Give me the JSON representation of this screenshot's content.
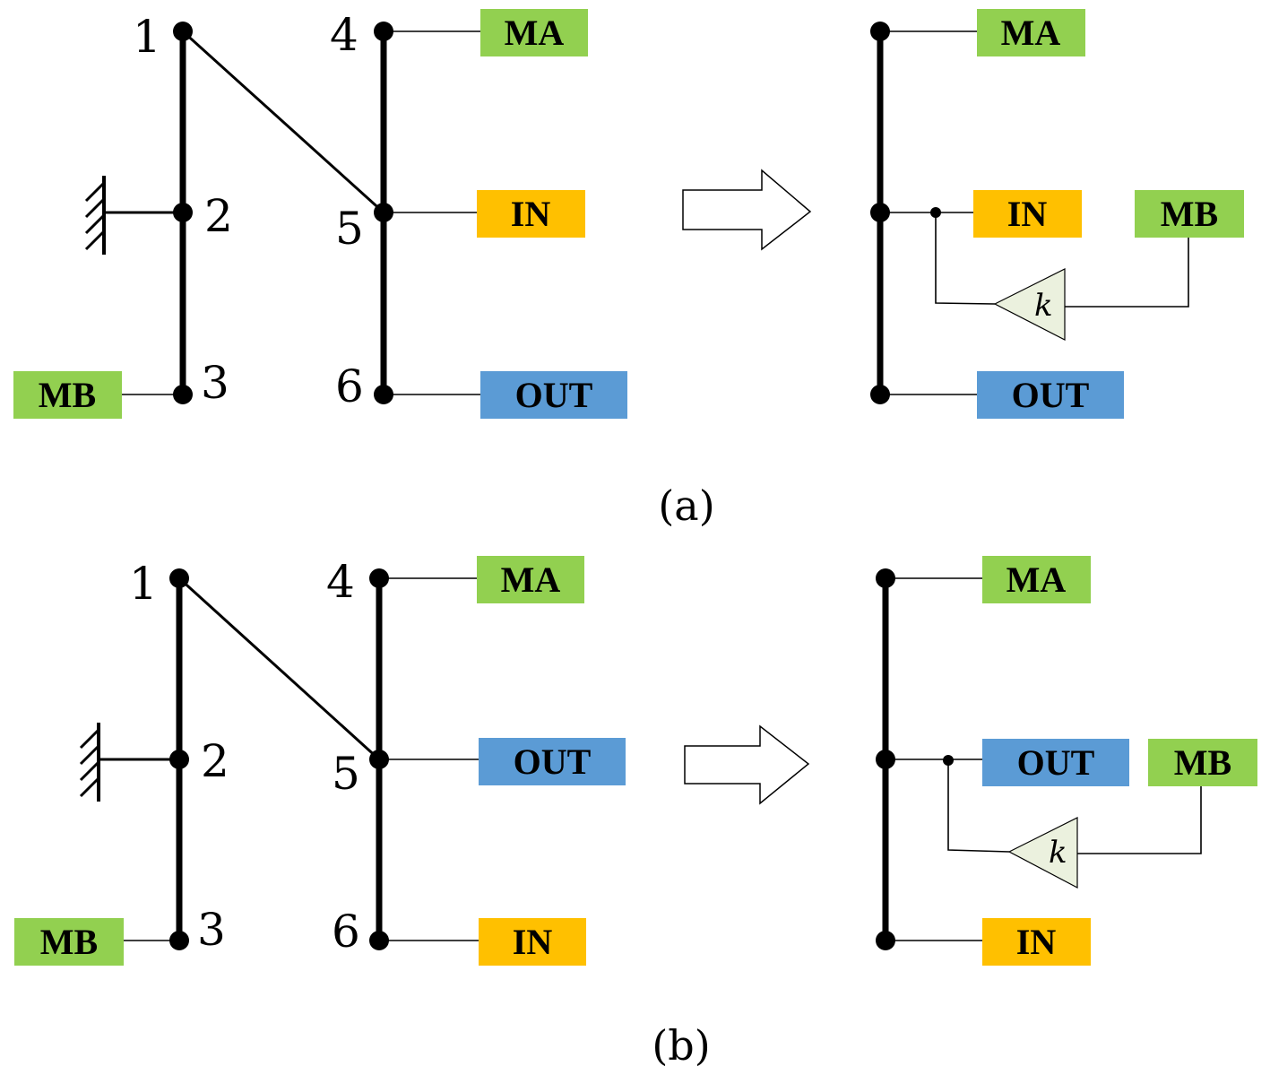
{
  "colors": {
    "ma": "#92d050",
    "mb": "#92d050",
    "in": "#ffc000",
    "out": "#5b9bd5",
    "gain": "#ebf1de"
  },
  "panel_a": {
    "caption": "(a)",
    "nodes": {
      "n1": "1",
      "n2": "2",
      "n3": "3",
      "n4": "4",
      "n5": "5",
      "n6": "6"
    },
    "left": {
      "ma": "MA",
      "in": "IN",
      "out": "OUT",
      "mb": "MB"
    },
    "right": {
      "ma": "MA",
      "in": "IN",
      "out": "OUT",
      "mb": "MB",
      "gain": "k"
    }
  },
  "panel_b": {
    "caption": "(b)",
    "nodes": {
      "n1": "1",
      "n2": "2",
      "n3": "3",
      "n4": "4",
      "n5": "5",
      "n6": "6"
    },
    "left": {
      "ma": "MA",
      "out": "OUT",
      "in": "IN",
      "mb": "MB"
    },
    "right": {
      "ma": "MA",
      "out": "OUT",
      "in": "IN",
      "mb": "MB",
      "gain": "k"
    }
  }
}
